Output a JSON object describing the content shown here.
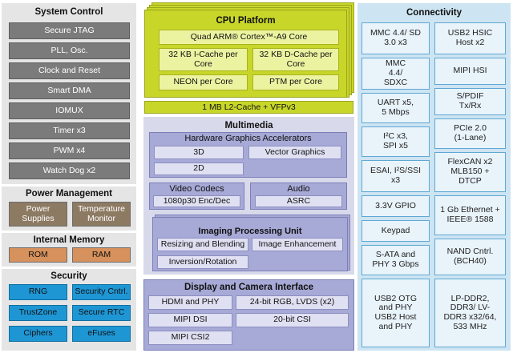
{
  "system_control": {
    "title": "System Control",
    "items": [
      "Secure JTAG",
      "PLL, Osc.",
      "Clock and Reset",
      "Smart DMA",
      "IOMUX",
      "Timer x3",
      "PWM x4",
      "Watch Dog x2"
    ]
  },
  "power_management": {
    "title": "Power Management",
    "items": [
      "Power Supplies",
      "Temperature Monitor"
    ]
  },
  "internal_memory": {
    "title": "Internal Memory",
    "items": [
      "ROM",
      "RAM"
    ]
  },
  "security": {
    "title": "Security",
    "items": [
      "RNG",
      "Security Cntrl.",
      "TrustZone",
      "Secure RTC",
      "Ciphers",
      "eFuses"
    ]
  },
  "cpu": {
    "title": "CPU Platform",
    "core": "Quad ARM® Cortex™-A9 Core",
    "icache": "32 KB I-Cache per Core",
    "dcache": "32 KB D-Cache per Core",
    "neon": "NEON per Core",
    "ptm": "PTM per Core",
    "l2": "1 MB L2-Cache + VFPv3"
  },
  "multimedia": {
    "title": "Multimedia",
    "hga": {
      "title": "Hardware Graphics Accelerators",
      "g3d": "3D",
      "vector": "Vector Graphics",
      "g2d": "2D"
    },
    "video": {
      "title": "Video Codecs",
      "value": "1080p30 Enc/Dec"
    },
    "audio": {
      "title": "Audio",
      "value": "ASRC"
    },
    "ipu": {
      "title": "Imaging Processing Unit",
      "resize": "Resizing and Blending",
      "enhance": "Image Enhancement",
      "rotate": "Inversion/Rotation"
    }
  },
  "display": {
    "title": "Display and Camera Interface",
    "items": [
      "HDMI and PHY",
      "24-bit RGB, LVDS (x2)",
      "MIPI DSI",
      "20-bit CSI",
      "MIPI CSI2"
    ]
  },
  "connectivity": {
    "title": "Connectivity",
    "left": [
      "MMC 4.4/ SD 3.0 x3",
      "MMC 4.4/ SDXC",
      "UART x5, 5 Mbps",
      "I²C x3, SPI x5",
      "ESAI, I²S/SSI x3",
      "3.3V GPIO",
      "Keypad",
      "S-ATA and PHY 3 Gbps",
      "USB2 OTG and PHY USB2 Host and PHY"
    ],
    "right": [
      "USB2 HSIC Host x2",
      "MIPI HSI",
      "S/PDIF Tx/Rx",
      "PCIe 2.0 (1-Lane)",
      "FlexCAN x2 MLB150 + DTCP",
      "1 Gb Ethernet + IEEE® 1588",
      "NAND Cntrl. (BCH40)",
      "LP-DDR2, DDR3/ LV-DDR3 x32/64, 533 MHz"
    ]
  }
}
